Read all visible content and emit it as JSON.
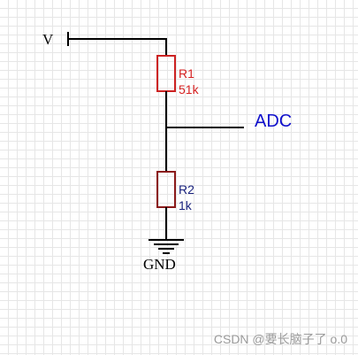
{
  "supply": {
    "label": "V"
  },
  "r1": {
    "designator": "R1",
    "value": "51k",
    "color": "#d62222"
  },
  "r2": {
    "designator": "R2",
    "value": "1k",
    "color": "#1a237e"
  },
  "adc": {
    "label": "ADC",
    "color": "#1010cc"
  },
  "ground": {
    "label": "GND"
  },
  "wire_color": "#000000",
  "resistor_r1_color": "#cc2222",
  "resistor_r2_color": "#8b1a1a",
  "watermark": "CSDN @要长脑子了 o.0"
}
